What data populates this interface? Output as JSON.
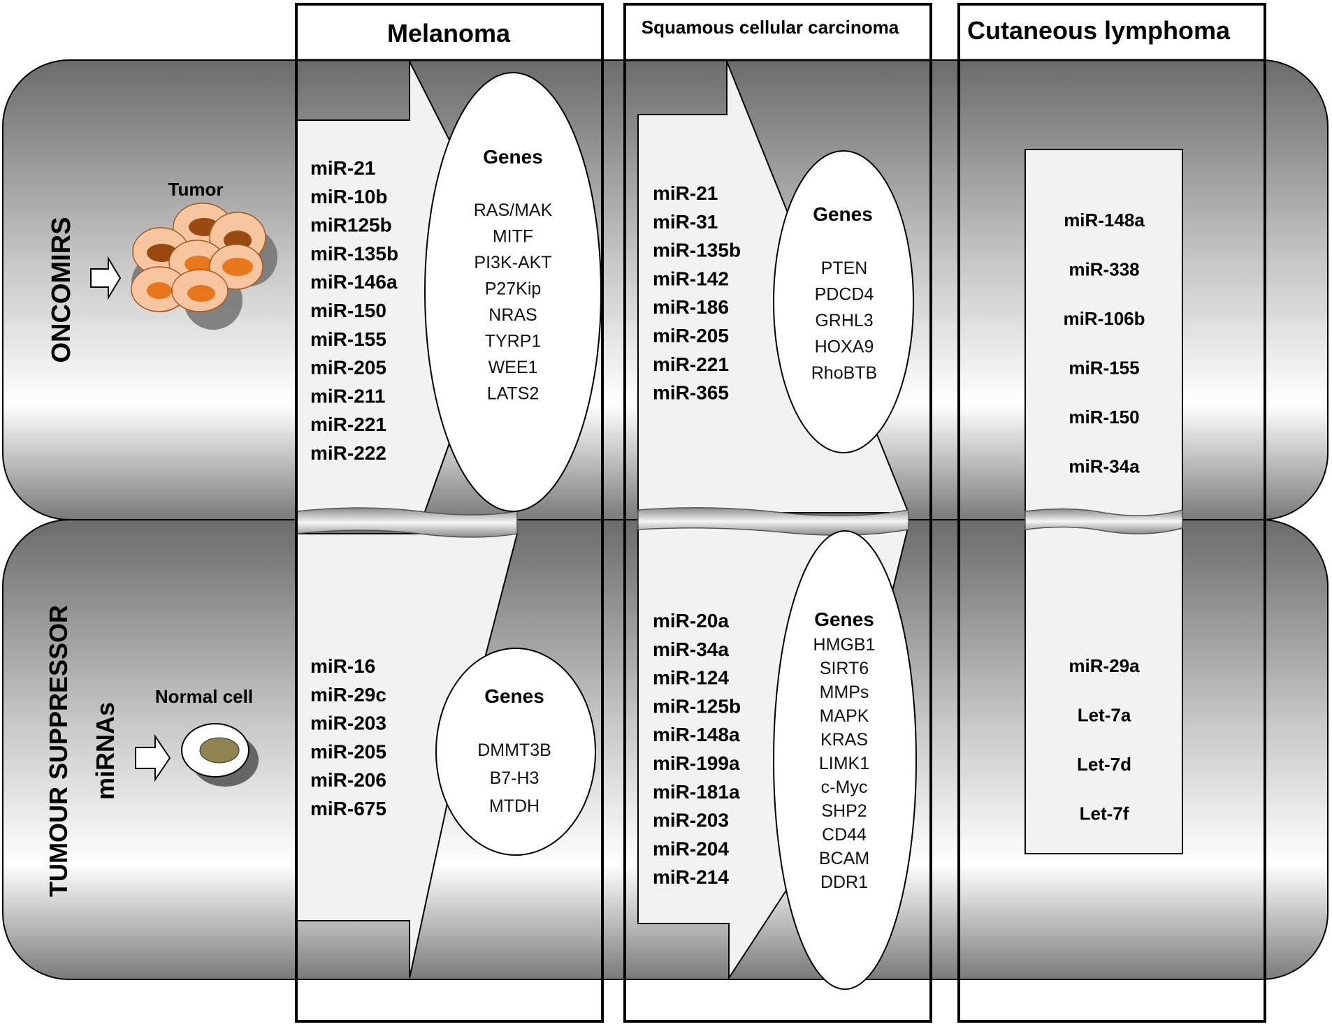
{
  "columns": {
    "melanoma": "Melanoma",
    "scc": "Squamous cellular carcinoma",
    "lymphoma": "Cutaneous lymphoma"
  },
  "rows": {
    "oncomirs": "ONCOMIRS",
    "suppressor_line1": "TUMOUR SUPPRESSOR",
    "suppressor_line2": "miRNAs"
  },
  "cell_labels": {
    "tumor": "Tumor",
    "normal": "Normal cell"
  },
  "genes_heading": "Genes",
  "melanoma": {
    "onco_mirs": [
      "miR-21",
      "miR-10b",
      "miR125b",
      "miR-135b",
      "miR-146a",
      "miR-150",
      "miR-155",
      "miR-205",
      "miR-211",
      "miR-221",
      "miR-222"
    ],
    "onco_genes": [
      "RAS/MAK",
      "MITF",
      "PI3K-AKT",
      "P27Kip",
      "NRAS",
      "TYRP1",
      "WEE1",
      "LATS2"
    ],
    "supp_mirs": [
      "miR-16",
      "miR-29c",
      "miR-203",
      "miR-205",
      "miR-206",
      "miR-675"
    ],
    "supp_genes": [
      "DMMT3B",
      "B7-H3",
      "MTDH"
    ]
  },
  "scc": {
    "onco_mirs": [
      "miR-21",
      "miR-31",
      "miR-135b",
      "miR-142",
      "miR-186",
      "miR-205",
      "miR-221",
      "miR-365"
    ],
    "onco_genes": [
      "PTEN",
      "PDCD4",
      "GRHL3",
      "HOXA9",
      "RhoBTB"
    ],
    "supp_mirs": [
      "miR-20a",
      "miR-34a",
      "miR-124",
      "miR-125b",
      "miR-148a",
      "miR-199a",
      "miR-181a",
      "miR-203",
      "miR-204",
      "miR-214"
    ],
    "supp_genes": [
      "HMGB1",
      "SIRT6",
      "MMPs",
      "MAPK",
      "KRAS",
      "LIMK1",
      "c-Myc",
      "SHP2",
      "CD44",
      "BCAM",
      "DDR1"
    ]
  },
  "lymphoma": {
    "onco_mirs": [
      "miR-148a",
      "miR-338",
      "miR-106b",
      "miR-155",
      "miR-150",
      "miR-34a"
    ],
    "supp_mirs": [
      "miR-29a",
      "Let-7a",
      "Let-7d",
      "Let-7f"
    ]
  },
  "colors": {
    "band_dark": "#6e6e6e",
    "band_light": "#ffffff",
    "panel": "#f2f2f2",
    "cell_outer": "#f7c6a0",
    "cell_nucleus_orange": "#e8761a",
    "cell_nucleus_brown": "#9a4a10",
    "normal_nucleus": "#8f8350"
  },
  "icons": [
    "right-arrow-icon",
    "tumor-cells-icon",
    "normal-cell-icon"
  ]
}
